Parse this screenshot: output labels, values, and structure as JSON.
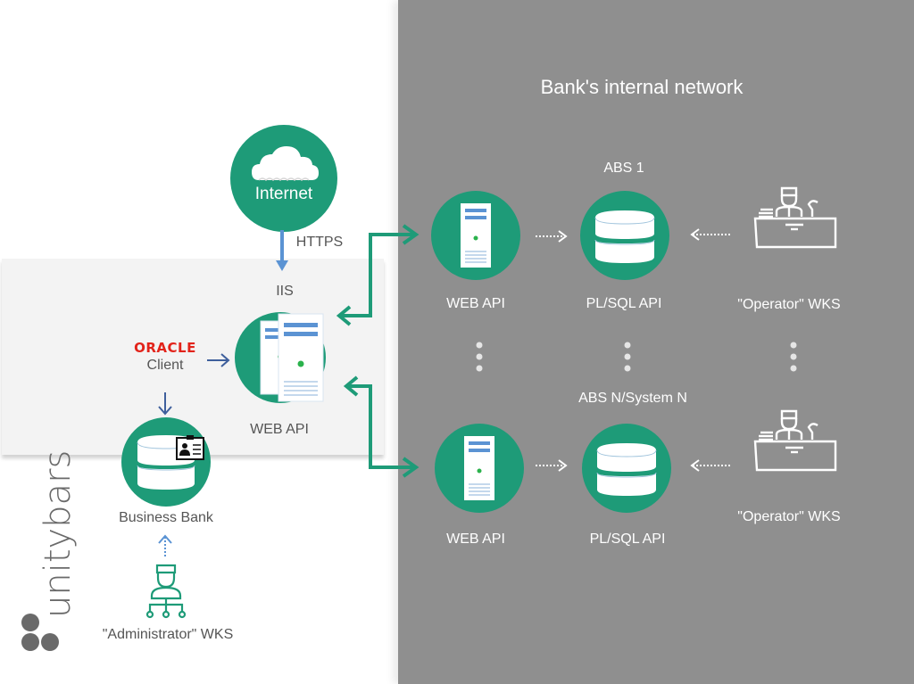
{
  "diagram": {
    "title": "Bank's internal network",
    "colors": {
      "node_fill": "#1e9b78",
      "right_background": "#8f8f8f",
      "iis_zone": "#f3f3f3",
      "https_arrow": "#5b93d3",
      "oracle_red": "#e2231a",
      "connector_green": "#1e9b78"
    },
    "left": {
      "internet": {
        "label": "Internet",
        "icon": "cloud-icon"
      },
      "https_label": "HTTPS",
      "iis_label": "IIS",
      "web_api": {
        "label": "WEB API",
        "icon": "servers-icon"
      },
      "oracle_client": {
        "brand": "ORACLE",
        "label": "Client"
      },
      "business_bank": {
        "label": "Business Bank",
        "icon": "database-icon",
        "badge_icon": "id-card-icon"
      },
      "administrator": {
        "label": "\"Administrator\" WKS",
        "icon": "admin-hierarchy-icon"
      }
    },
    "systems": [
      {
        "name": "ABS 1",
        "web_api_label": "WEB API",
        "plsql_label": "PL/SQL API",
        "operator_label": "\"Operator\" WKS"
      },
      {
        "name": "ABS N/System N",
        "web_api_label": "WEB API",
        "plsql_label": "PL/SQL API",
        "operator_label": "\"Operator\" WKS"
      }
    ],
    "logo": {
      "text": "unitybars"
    }
  }
}
